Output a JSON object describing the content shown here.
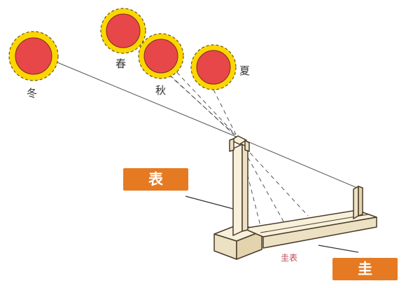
{
  "suns": [
    {
      "id": "winter",
      "label": "冬"
    },
    {
      "id": "spring",
      "label": "春"
    },
    {
      "id": "autumn",
      "label": "秋"
    },
    {
      "id": "summer",
      "label": "夏"
    }
  ],
  "callouts": {
    "biao": "表",
    "gui": "圭"
  },
  "scale_label": "圭表",
  "colors": {
    "sun_fill": "#e8474a",
    "sun_halo": "#fbd600",
    "callout_bg": "#e57a22",
    "scale_label": "#c44a55",
    "wood": "#f8f0da",
    "outline": "#4a3b2a"
  }
}
